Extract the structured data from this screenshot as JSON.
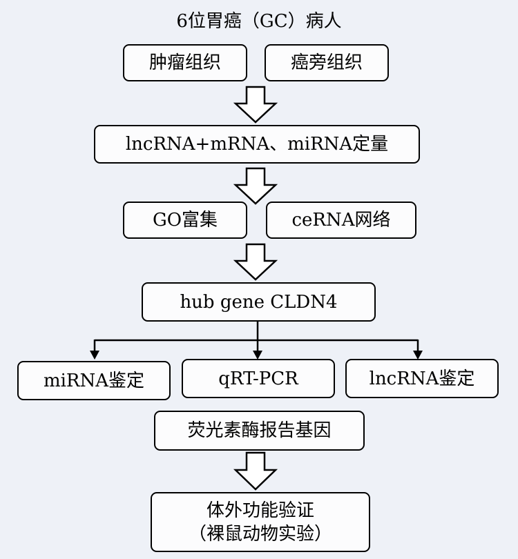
{
  "title": "6位胃癌（GC）病人",
  "nodes": {
    "tumor_tissue": "肿瘤组织",
    "adjacent_tissue": "癌旁组织",
    "quantification": "lncRNA+mRNA、miRNA定量",
    "go_enrichment": "GO富集",
    "cerna_network": "ceRNA网络",
    "hub_gene": "hub gene CLDN4",
    "mirna_identification": "miRNA鉴定",
    "qrt_pcr": "qRT-PCR",
    "lncrna_identification": "lncRNA鉴定",
    "luciferase_reporter": "荧光素酶报告基因",
    "in_vitro_validation_line1": "体外功能验证",
    "in_vitro_validation_line2": "（裸鼠动物实验）"
  },
  "colors": {
    "background": "#eef1f7",
    "box_fill": "#fcfcfd",
    "stroke": "#000000"
  }
}
